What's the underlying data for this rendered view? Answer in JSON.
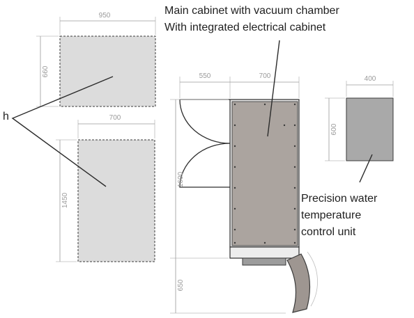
{
  "labels": {
    "main_cabinet_line1": "Main cabinet with vacuum chamber",
    "main_cabinet_line2": "With integrated electrical cabinet",
    "water_unit_line1": "Precision water",
    "water_unit_line2": "temperature",
    "water_unit_line3": "control unit",
    "left_cut_text": "h"
  },
  "dimensions": {
    "footprint_a_width": "950",
    "footprint_a_height": "660",
    "footprint_b_width": "700",
    "footprint_b_height": "1450",
    "door_clearance": "550",
    "main_cabinet_width": "700",
    "main_cabinet_height": "1600",
    "service_depth": "650",
    "water_unit_width": "400",
    "water_unit_height": "600"
  },
  "colors": {
    "footprint_fill": "#dcdcdc",
    "cabinet_fill": "#aba49f",
    "water_unit_fill": "#a9a9a9"
  }
}
